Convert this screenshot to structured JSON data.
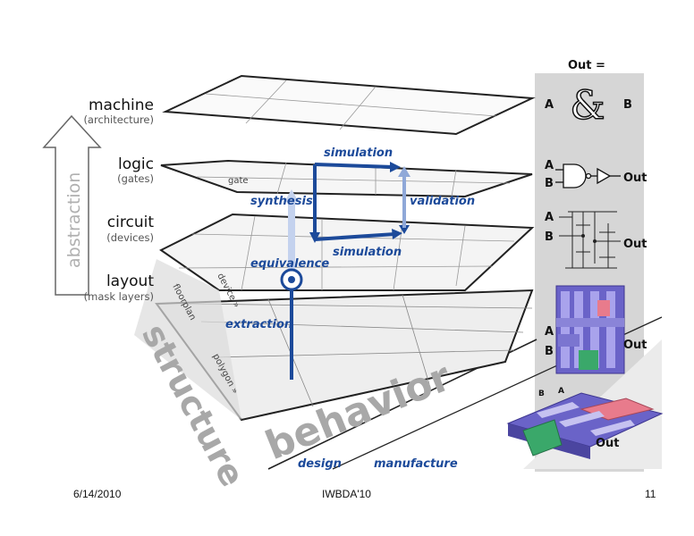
{
  "levels": {
    "machine": {
      "title": "machine",
      "sub": "(architecture)"
    },
    "logic": {
      "title": "logic",
      "sub": "(gates)"
    },
    "circuit": {
      "title": "circuit",
      "sub": "(devices)"
    },
    "layout": {
      "title": "layout",
      "sub": "(mask layers)"
    }
  },
  "axes": {
    "abstraction": "abstraction",
    "structure": "structure",
    "behavior": "behavior"
  },
  "plane_labels": {
    "device": "device »",
    "floorplan": "floorplan",
    "polygon": "polygon »",
    "logic_tiny": "gate"
  },
  "flow": {
    "simulation_top": "simulation",
    "synthesis": "synthesis",
    "validation": "validation",
    "simulation_bottom": "simulation",
    "equivalence": "equivalence",
    "extraction": "extraction",
    "design": "design",
    "manufacture": "manufacture"
  },
  "right_panel": {
    "out_eq": "Out =",
    "ampersand": "&",
    "a": "A",
    "b": "B",
    "out": "Out"
  },
  "footer": {
    "date": "6/14/2010",
    "conf": "IWBDA'10",
    "page": "11"
  },
  "colors": {
    "flow_blue": "#1c4a9a",
    "panel_gray": "#d4d4d4",
    "layout_purple": "#6a63c8",
    "layout_green": "#3aa86a",
    "layout_pink": "#e87b8c"
  }
}
